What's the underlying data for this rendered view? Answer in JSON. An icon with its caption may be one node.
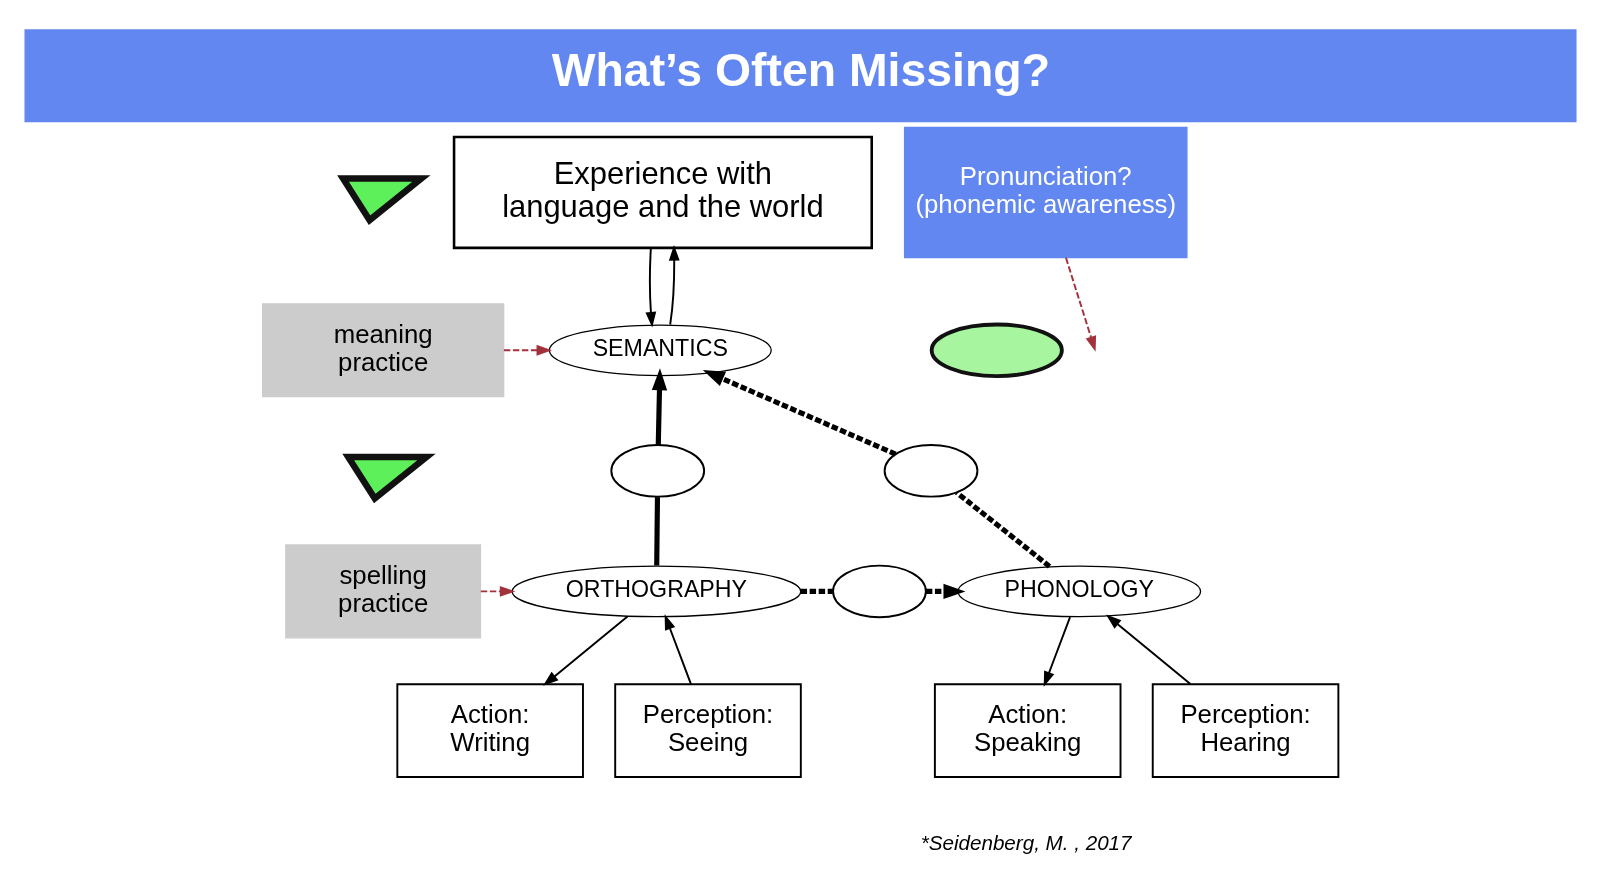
{
  "diagram": {
    "title": "What’s Often Missing?",
    "caption": "*Seidenberg, M. , 2017",
    "nodes": [
      {
        "text": [],
        "shape": "picture"
      },
      {
        "text": [
          "meaning practice"
        ]
      },
      {
        "text": [
          "Experience with language and the world"
        ]
      },
      {
        "text": [
          "SEMANTICS"
        ]
      },
      {
        "text": [
          "Pronunciation? (phonemic awareness)"
        ]
      },
      {
        "text": [],
        "shape": "picture"
      },
      {
        "text": [
          "spelling practice"
        ]
      },
      {
        "text": [],
        "shape": "circle"
      },
      {
        "text": [],
        "shape": "circle"
      },
      {
        "text": [],
        "shape": "circle"
      },
      {
        "text": [
          "ORTHOGRAPHY"
        ]
      },
      {
        "text": [],
        "shape": "circle"
      },
      {
        "text": [
          "PHONOLOGY"
        ]
      },
      {
        "text": [
          "Perception: Seeing"
        ]
      },
      {
        "text": [
          "Action: Writing"
        ]
      },
      {
        "text": [
          "Perception: Hearing"
        ]
      },
      {
        "text": [
          "Action: Speaking"
        ]
      }
    ],
    "edges": [
      {
        "from": 3,
        "to": 2,
        "arrow": "to"
      },
      {
        "from": 2,
        "to": 3,
        "arrow": "to"
      },
      {
        "from": 1,
        "to": 3,
        "arrow": "to",
        "style": "dashed",
        "color": "#a3323c"
      },
      {
        "from": 6,
        "to": 10,
        "arrow": "to",
        "style": "dashed",
        "color": "#a3323c"
      },
      {
        "from": 4,
        "to": null,
        "arrow": "to",
        "style": "dashed",
        "color": "#a3323c"
      },
      {
        "from": 10,
        "to": 7,
        "arrow": "none",
        "style": "thick"
      },
      {
        "from": 7,
        "to": 3,
        "arrow": "to",
        "style": "thick"
      },
      {
        "from": 12,
        "to": 8,
        "arrow": "none",
        "style": "dashed"
      },
      {
        "from": 8,
        "to": 3,
        "arrow": "to",
        "style": "dashed"
      },
      {
        "from": 10,
        "to": 11,
        "arrow": "none",
        "style": "dashed"
      },
      {
        "from": 11,
        "to": 12,
        "arrow": "to",
        "style": "dashed"
      },
      {
        "from": 13,
        "to": 10,
        "arrow": "to"
      },
      {
        "from": 10,
        "to": 14,
        "arrow": "to"
      },
      {
        "from": 15,
        "to": 12,
        "arrow": "to"
      },
      {
        "from": 12,
        "to": 16,
        "arrow": "to"
      }
    ]
  }
}
